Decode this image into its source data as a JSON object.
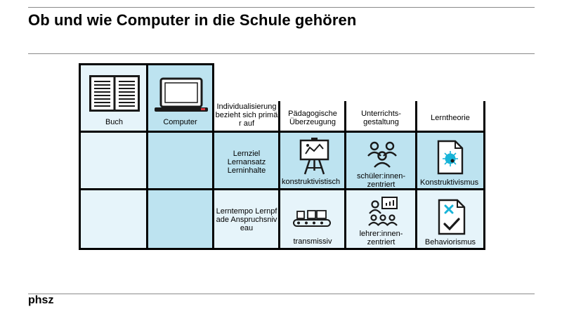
{
  "slide": {
    "title": "Ob und wie Computer in die Schule gehören",
    "logo": "phsz"
  },
  "headers": {
    "buch": "Buch",
    "computer": "Computer",
    "individualisierung": "Individualisierung bezieht sich primär auf",
    "paedagogik": "Pädagogische Überzeugung",
    "unterricht": "Unterrichts-gestaltung",
    "lerntheorie": "Lerntheorie"
  },
  "row1": {
    "individualisierung": "Lernziel Lernansatz Lerninhalte",
    "paedagogik": "konstruktivistisch",
    "unterricht": "schüler:innen-zentriert",
    "lerntheorie": "Konstruktivismus"
  },
  "row2": {
    "individualisierung": "Lerntempo Lernpfade Anspruchsniveau",
    "paedagogik": "transmissiv",
    "unterricht": "lehrer:innen-zentriert",
    "lerntheorie": "Behaviorismus"
  },
  "colors": {
    "light_cell": "#e6f4fa",
    "highlight_cell": "#bde3f0",
    "grid_line": "#000000",
    "accent_red": "#d9363e",
    "accent_cyan": "#18b4d8"
  }
}
